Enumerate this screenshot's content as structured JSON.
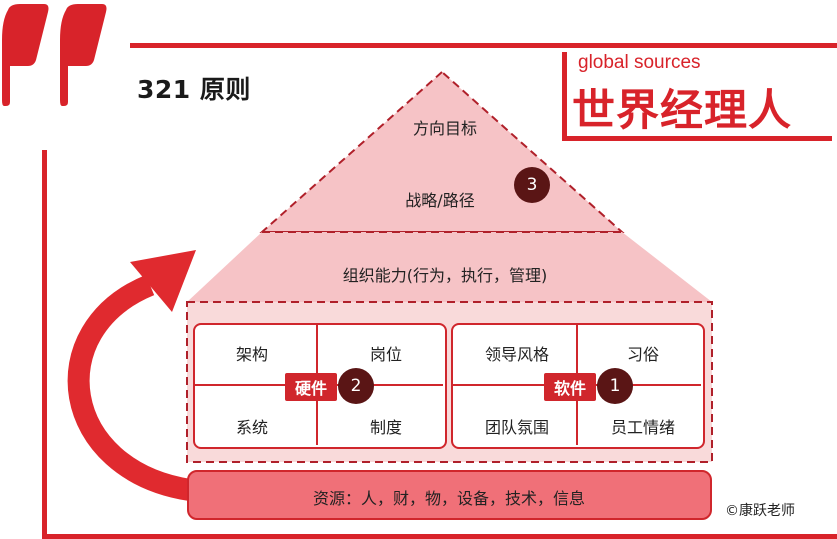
{
  "title": "321 原则",
  "logo": {
    "top": "global sources",
    "main": "世界经理人"
  },
  "roof": {
    "top": "方向目标",
    "strategy": "战略/路径",
    "num": "3"
  },
  "org": "组织能力(行为，执行，管理)",
  "hardware": {
    "tag": "硬件",
    "num": "2",
    "cells": [
      "架构",
      "岗位",
      "系统",
      "制度"
    ]
  },
  "software": {
    "tag": "软件",
    "num": "1",
    "cells": [
      "领导风格",
      "习俗",
      "团队氛围",
      "员工情绪"
    ]
  },
  "resources": "资源：人，财，物，设备，技术，信息",
  "copyright": "©康跃老师",
  "colors": {
    "red": "#d8232a",
    "light_pink": "#f6c3c6",
    "mid_pink": "#f2a6ab",
    "dark": "#5a1515"
  }
}
